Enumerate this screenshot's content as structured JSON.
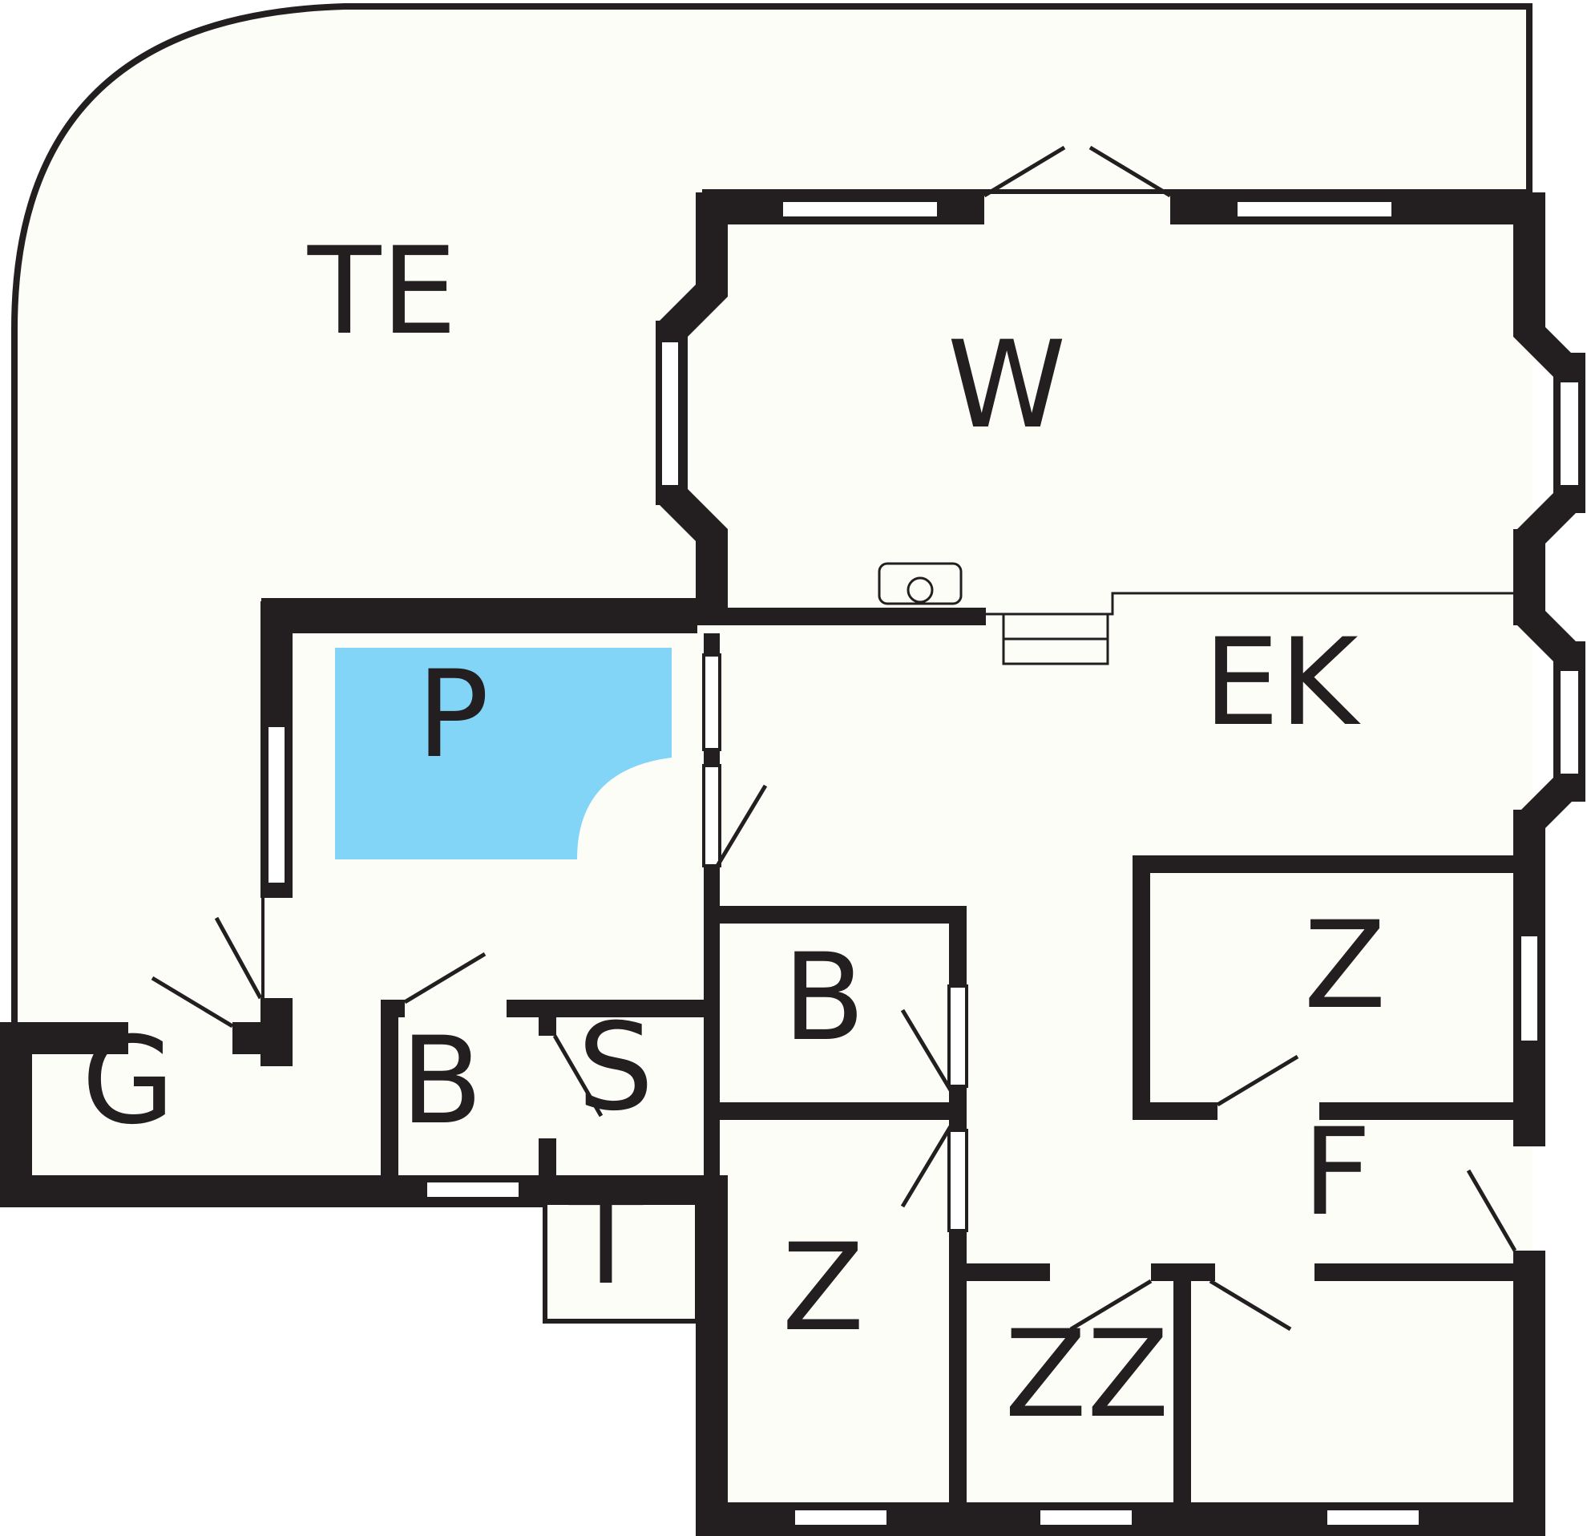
{
  "colors": {
    "wall": "#231f20",
    "floor": "#fdfdf8",
    "pool": "#82d5f7",
    "background": "#ffffff"
  },
  "rooms": {
    "terrace": "TE",
    "living": "W",
    "kitchen": "EK",
    "pool": "P",
    "sauna": "S",
    "toilet": "T",
    "garage": "G",
    "bath_small": "B",
    "bath_large": "B",
    "bedroom_right": "Z",
    "bedroom_left": "Z",
    "bedroom_twin": "ZZ",
    "hall": "F"
  },
  "icons": [
    "stove-icon",
    "counter-icon"
  ]
}
